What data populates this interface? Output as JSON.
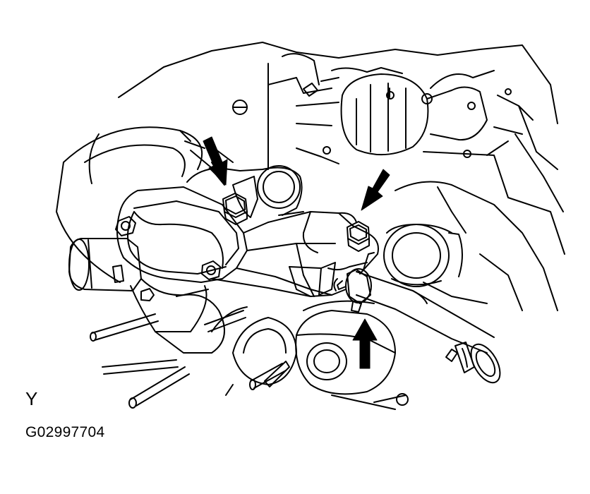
{
  "diagram": {
    "view_label": "Y",
    "figure_code": "G02997704",
    "colors": {
      "line": "#000000",
      "background": "#ffffff"
    },
    "arrows": [
      {
        "name": "arrow-bolt-left",
        "direction": "down"
      },
      {
        "name": "arrow-bolt-right",
        "direction": "down-left"
      },
      {
        "name": "arrow-hose-clamp",
        "direction": "up"
      }
    ]
  }
}
